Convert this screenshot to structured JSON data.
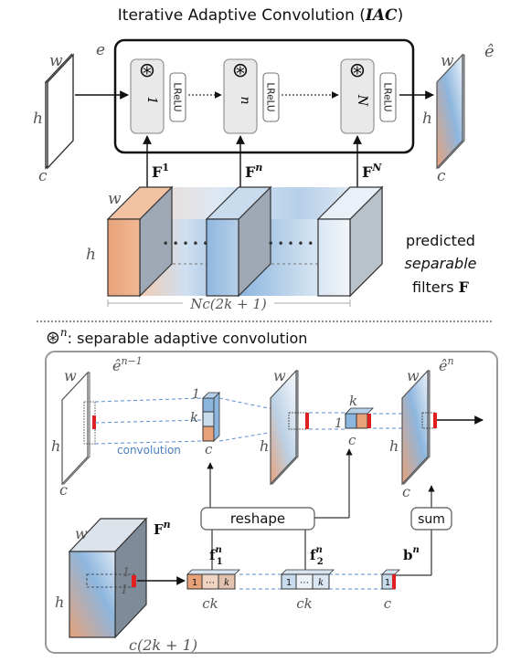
{
  "top": {
    "title": "Iterative Adaptive Convolution (",
    "title_abbr": "IAC",
    "title_close": ")",
    "input": {
      "w": "w",
      "h": "h",
      "c": "c",
      "e": "e"
    },
    "output": {
      "w": "w",
      "h": "h",
      "c": "c",
      "e": "ê"
    },
    "op_symbol": "⊛",
    "ops": [
      {
        "sup": "1",
        "act": "LReLU"
      },
      {
        "sup": "n",
        "act": "LReLU"
      },
      {
        "sup": "N",
        "act": "LReLU"
      }
    ],
    "filters": [
      {
        "base": "F",
        "sup": "1"
      },
      {
        "base": "F",
        "sup": "n"
      },
      {
        "base": "F",
        "sup": "N"
      }
    ],
    "block": {
      "w": "w",
      "h": "h",
      "dots": "• • • • •",
      "width_label": "Nc(2k + 1)"
    },
    "caption": {
      "line1": "predicted",
      "line2": "separable",
      "line3": "filters",
      "bold": "F"
    }
  },
  "bottom": {
    "legend_symbol": "⊛",
    "legend_sup": "n",
    "legend_text": ": separable adaptive convolution",
    "in": {
      "w": "w",
      "h": "h",
      "c": "c",
      "label": "ê",
      "sup": "n−1"
    },
    "mid": {
      "w": "w",
      "h": "h"
    },
    "out": {
      "w": "w",
      "h": "h",
      "c": "c",
      "label": "ê",
      "sup": "n"
    },
    "convolution": "convolution",
    "kern1": {
      "one": "1",
      "k": "k",
      "c": "c"
    },
    "kern2": {
      "k": "k",
      "one": "1",
      "c": "c"
    },
    "reshape": "reshape",
    "sum": "sum",
    "Fn": {
      "base": "F",
      "sup": "n",
      "w": "w",
      "h": "h",
      "depth": "c(2k + 1)",
      "one_a": "1",
      "one_b": "1"
    },
    "f1": {
      "base": "f",
      "sub": "1",
      "sup": "n",
      "cells": [
        "1",
        "⋯",
        "k"
      ],
      "dim": "ck"
    },
    "f2": {
      "base": "f",
      "sub": "2",
      "sup": "n",
      "cells": [
        "1",
        "⋯",
        "k"
      ],
      "dim": "ck"
    },
    "b": {
      "base": "b",
      "sup": "n",
      "cell": "1",
      "dim": "c"
    }
  },
  "colors": {
    "orange": "#E8A27A",
    "blue": "#8DB6DE",
    "red": "#E02020",
    "frame": "#888888",
    "dashed": "#5B8ED1"
  }
}
